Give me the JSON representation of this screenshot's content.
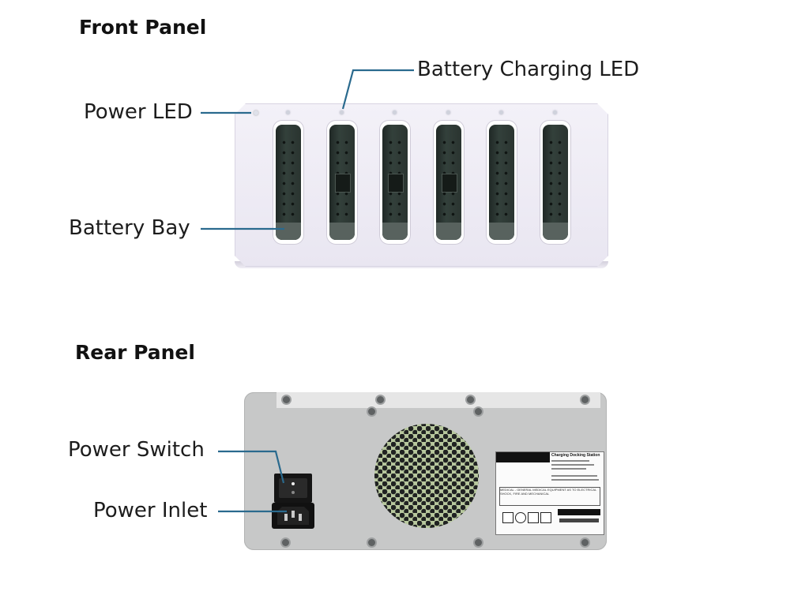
{
  "front": {
    "heading": "Front Panel",
    "callouts": {
      "power_led": "Power LED",
      "battery_charging_led": "Battery Charging LED",
      "battery_bay": "Battery Bay"
    },
    "bay_count": 6
  },
  "rear": {
    "heading": "Rear Panel",
    "callouts": {
      "power_switch": "Power Switch",
      "power_inlet": "Power Inlet"
    },
    "label": {
      "title": "Charging Docking Station",
      "warning": "MEDICAL - GENERAL MEDICAL EQUIPMENT AS TO ELECTRICAL SHOCK, FIRE AND MECHANICAL"
    }
  },
  "colors": {
    "leader_line": "#2a6a8e",
    "front_body": "#eeebf4",
    "rear_body": "#c7c8c8"
  }
}
